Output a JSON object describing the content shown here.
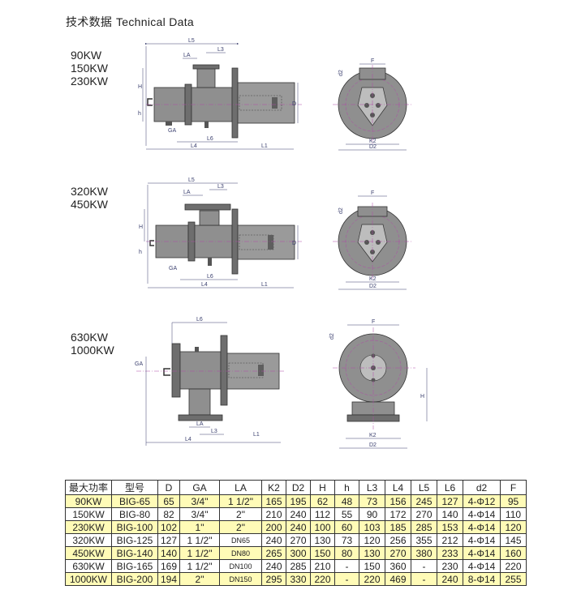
{
  "page": {
    "title_cn": "技术数据",
    "title_en": "Technical Data"
  },
  "groups": [
    {
      "ratings": [
        "90KW",
        "150KW",
        "230KW"
      ]
    },
    {
      "ratings": [
        "320KW",
        "450KW"
      ]
    },
    {
      "ratings": [
        "630KW",
        "1000KW"
      ]
    }
  ],
  "dims": {
    "L5": "L5",
    "LA": "LA",
    "L3": "L3",
    "H": "H",
    "h": "h",
    "GA": "GA",
    "L6": "L6",
    "L4": "L4",
    "L1": "L1",
    "D": "D",
    "d2": "d2",
    "F": "F",
    "K2": "K2",
    "D2": "D2"
  },
  "table": {
    "headers": [
      "最大功率",
      "型号",
      "D",
      "GA",
      "LA",
      "K2",
      "D2",
      "H",
      "h",
      "L3",
      "L4",
      "L5",
      "L6",
      "d2",
      "F"
    ],
    "rows": [
      [
        "90KW",
        "BIG-65",
        "65",
        "3/4\"",
        "1 1/2\"",
        "165",
        "195",
        "62",
        "48",
        "73",
        "156",
        "245",
        "127",
        "4-Φ12",
        "95"
      ],
      [
        "150KW",
        "BIG-80",
        "82",
        "3/4\"",
        "2\"",
        "210",
        "240",
        "112",
        "55",
        "90",
        "172",
        "270",
        "140",
        "4-Φ14",
        "110"
      ],
      [
        "230KW",
        "BIG-100",
        "102",
        "1\"",
        "2\"",
        "200",
        "240",
        "100",
        "60",
        "103",
        "185",
        "285",
        "153",
        "4-Φ14",
        "120"
      ],
      [
        "320KW",
        "BIG-125",
        "127",
        "1 1/2\"",
        "DN65",
        "240",
        "270",
        "130",
        "73",
        "120",
        "256",
        "355",
        "212",
        "4-Φ14",
        "145"
      ],
      [
        "450KW",
        "BIG-140",
        "140",
        "1 1/2\"",
        "DN80",
        "265",
        "300",
        "150",
        "80",
        "130",
        "270",
        "380",
        "233",
        "4-Φ14",
        "160"
      ],
      [
        "630KW",
        "BIG-165",
        "169",
        "1 1/2\"",
        "DN100",
        "240",
        "285",
        "210",
        "-",
        "150",
        "360",
        "-",
        "230",
        "4-Φ14",
        "220"
      ],
      [
        "1000KW",
        "BIG-200",
        "194",
        "2\"",
        "DN150",
        "295",
        "330",
        "220",
        "-",
        "220",
        "469",
        "-",
        "240",
        "8-Φ14",
        "255"
      ]
    ],
    "row_highlight": [
      "yellow",
      "white",
      "yellow",
      "white",
      "yellow",
      "white",
      "yellow"
    ]
  },
  "colors": {
    "body_gray": "#8f8f8f",
    "body_dark": "#5e5e5e",
    "dim_line": "#3a3f6e",
    "centerline": "#b04aa8",
    "row_yellow": "#fffbb7"
  }
}
